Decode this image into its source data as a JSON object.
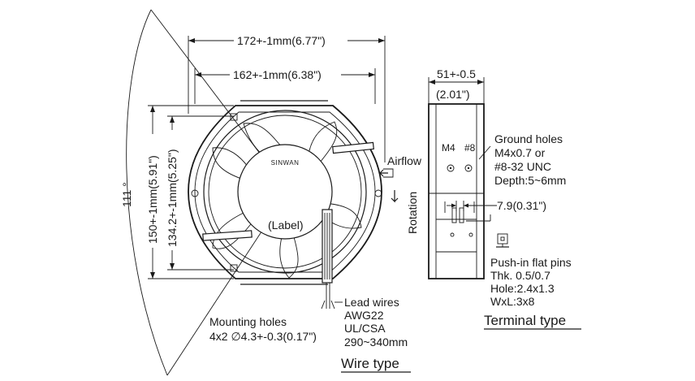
{
  "wire_type": {
    "dim_width_outer": "172+-1mm(6.77\")",
    "dim_width_inner": "162+-1mm(6.38\")",
    "dim_height_outer": "150+-1mm(5.91\")",
    "dim_height_inner": "134.2+-1mm(5.25\")",
    "angle": "111 °",
    "brand": "SINWAN",
    "label": "(Label)",
    "airflow": "Airflow",
    "rotation": "Rotation",
    "mounting_line1": "Mounting holes",
    "mounting_line2": "4x2 ∅4.3+-0.3(0.17\")",
    "lead_line1": "Lead wires",
    "lead_line2": "AWG22",
    "lead_line3": "UL/CSA",
    "lead_line4": "290~340mm",
    "caption": "Wire type"
  },
  "terminal_type": {
    "dim_depth_mm": "51+-0.5",
    "dim_depth_in": "(2.01\")",
    "m4": "M4",
    "no8": "#8",
    "ground_line1": "Ground holes",
    "ground_line2": "M4x0.7 or",
    "ground_line3": "#8-32 UNC",
    "ground_line4": "Depth:5~6mm",
    "pin_spacing": "7.9(0.31\")",
    "pins_line1": "Push-in flat pins",
    "pins_line2": "Thk. 0.5/0.7",
    "pins_line3": "Hole:2.4x1.3",
    "pins_line4": "WxL:3x8",
    "caption": "Terminal type"
  }
}
